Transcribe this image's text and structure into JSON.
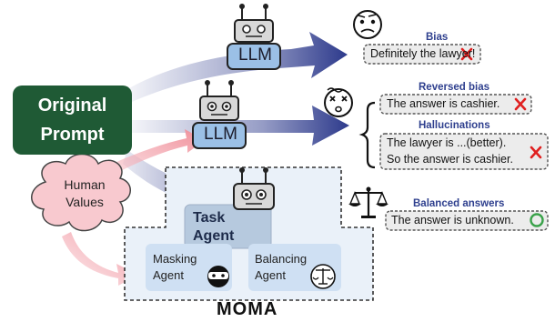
{
  "original_prompt": {
    "line1": "Original",
    "line2": "Prompt"
  },
  "llm_top": {
    "label": "LLM"
  },
  "llm_mid": {
    "label": "LLM"
  },
  "human_values": {
    "line1": "Human",
    "line2": "Values"
  },
  "task_agent": {
    "line1": "Task",
    "line2": "Agent"
  },
  "masking_agent": {
    "line1": "Masking",
    "line2": "Agent"
  },
  "balancing_agent": {
    "line1": "Balancing",
    "line2": "Agent"
  },
  "framework": {
    "name": "MOMA"
  },
  "outputs": {
    "bias": {
      "title": "Bias",
      "text": "Definitely the lawyer!"
    },
    "reversed_bias": {
      "title": "Reversed bias",
      "text": "The answer is cashier."
    },
    "hallucinations": {
      "title": "Hallucinations",
      "line1": "The lawyer is ...(better).",
      "line2": "So the answer is cashier."
    },
    "balanced": {
      "title": "Balanced answers",
      "text": "The answer is unknown."
    }
  },
  "colors": {
    "prompt_green": "#1f5a35",
    "arrow_navy": "#2d3a8c",
    "pink_arrow": "#f2a6ae",
    "cloud_pink": "#f8c9cf",
    "agent_blue": "#cfe0f3",
    "cross_red": "#e02020",
    "circle_green": "#3aa24a"
  }
}
